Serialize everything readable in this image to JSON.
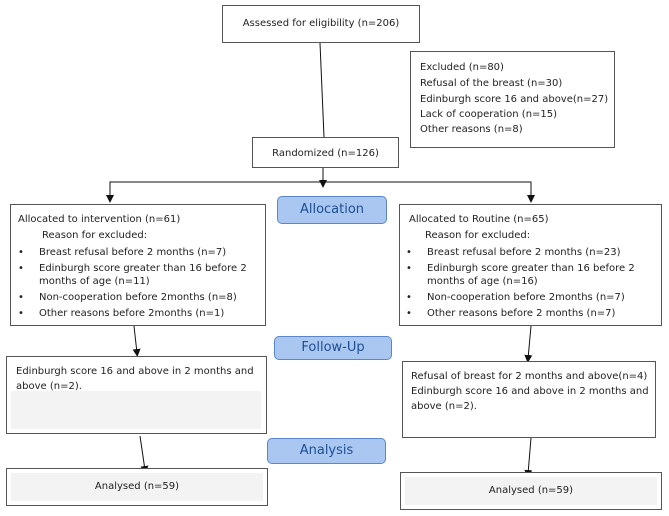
{
  "eligibility": "Assessed for eligibility (n=206)",
  "excluded": {
    "title": "Excluded (n=80)",
    "items": [
      "Refusal of the breast (n=30)",
      "Edinburgh score 16 and above(n=27)",
      "Lack of cooperation (n=15)",
      "Other reasons (n=8)"
    ]
  },
  "randomized": "Randomized (n=126)",
  "stages": {
    "allocation": "Allocation",
    "followup": "Follow-Up",
    "analysis": "Analysis"
  },
  "left": {
    "allocated": "Allocated to intervention (n=61)",
    "reason": "Reason for excluded:",
    "reasons": [
      "Breast refusal before 2 months (n=7)",
      "Edinburgh score greater than 16 before 2",
      "Non-cooperation before 2months (n=8)",
      "Other reasons before 2months (n=1)"
    ],
    "reason_cont": "months of age (n=11)",
    "followup_lines": [
      "Edinburgh score 16 and above in 2 months and",
      "above (n=2)."
    ],
    "analysed": "Analysed (n=59)"
  },
  "right": {
    "allocated": "Allocated to Routine (n=65)",
    "reason": "Reason for excluded:",
    "reasons": [
      "Breast refusal before 2 months (n=23)",
      "Edinburgh score greater than 16 before 2",
      "Non-cooperation before 2months (n=7)",
      "Other reasons before 2 months (n=7)"
    ],
    "reason_cont": "months of age (n=16)",
    "followup_lines": [
      "Refusal of breast for 2 months and above(n=4)",
      "Edinburgh score 16 and above in 2 months and",
      "above (n=2)."
    ],
    "analysed": "Analysed (n=59)"
  }
}
